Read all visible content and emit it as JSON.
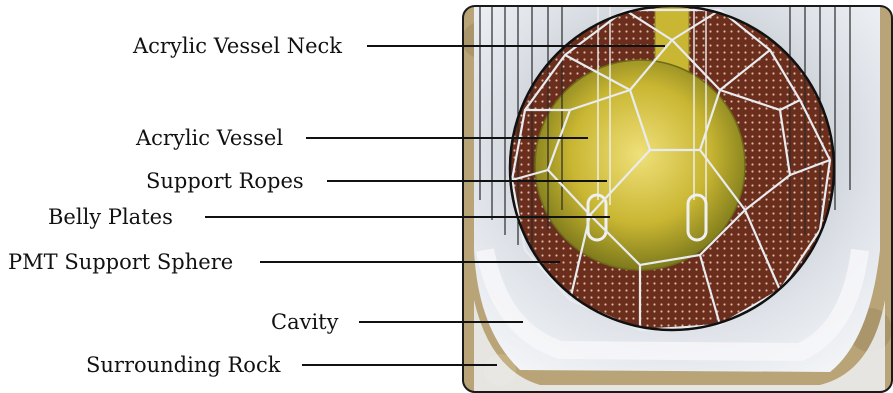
{
  "labels": {
    "neck": "Acrylic Vessel Neck",
    "vessel": "Acrylic Vessel",
    "ropes": "Support Ropes",
    "belly": "Belly Plates",
    "pmt": "PMT Support Sphere",
    "cavity": "Cavity",
    "rock": "Surrounding Rock"
  },
  "colors": {
    "rock": "#b9a477",
    "cavity": "#e4e8ee",
    "pmt_panel": "#6b2e1c",
    "vessel": "#c9b632",
    "struts": "#e8ecf0",
    "leader": "#111111"
  }
}
